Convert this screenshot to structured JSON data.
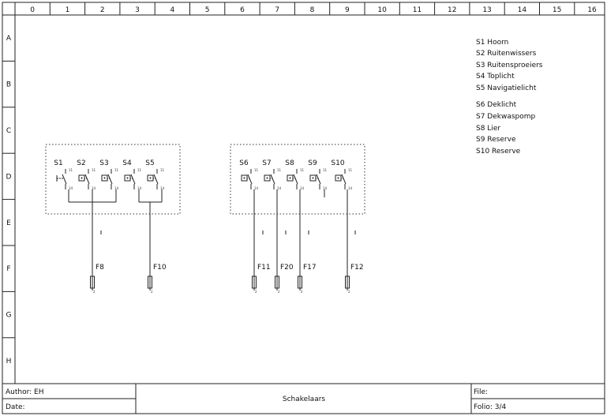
{
  "columns": [
    "0",
    "1",
    "2",
    "3",
    "4",
    "5",
    "6",
    "7",
    "8",
    "9",
    "10",
    "11",
    "12",
    "13",
    "14",
    "15",
    "16"
  ],
  "rows": [
    "A",
    "B",
    "C",
    "D",
    "E",
    "F",
    "G",
    "H"
  ],
  "legend": [
    "S1 Hoorn",
    "S2 Ruitenwissers",
    "S3 Ruitensproeiers",
    "S4 Toplicht",
    "S5 Navigatielicht",
    "S6 Deklicht",
    "S7 Dekwaspomp",
    "S8 Lier",
    "S9 Reserve",
    "S10 Reserve"
  ],
  "switches": [
    {
      "label": "S1",
      "type": "push"
    },
    {
      "label": "S2",
      "type": "toggle"
    },
    {
      "label": "S3",
      "type": "toggle"
    },
    {
      "label": "S4",
      "type": "toggle"
    },
    {
      "label": "S5",
      "type": "toggle"
    },
    {
      "label": "S6",
      "type": "toggle"
    },
    {
      "label": "S7",
      "type": "toggle"
    },
    {
      "label": "S8",
      "type": "toggle"
    },
    {
      "label": "S9",
      "type": "toggle"
    },
    {
      "label": "S10",
      "type": "toggle"
    }
  ],
  "pins": {
    "top": "11",
    "bottom": "14"
  },
  "fuses": [
    "F8",
    "F10",
    "F11",
    "F20",
    "F17",
    "F12"
  ],
  "fuse_pin": "2",
  "title_block": {
    "author": "Author: EH",
    "date": "Date:",
    "title": "Schakelaars",
    "file": "File:",
    "folio": "Folio: 3/4"
  }
}
